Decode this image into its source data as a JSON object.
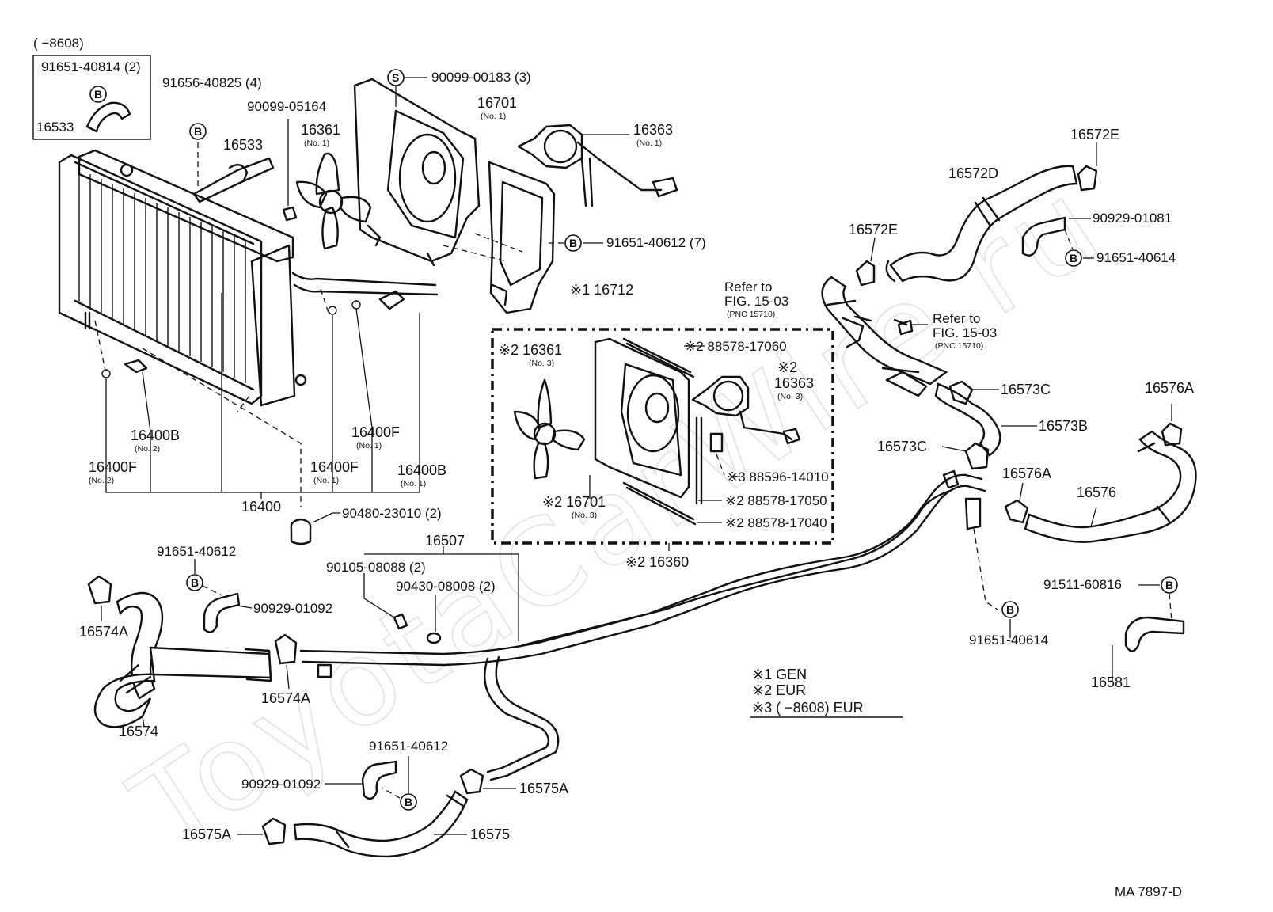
{
  "watermark": "ToyotaCarWire.ru",
  "drawing_id": "MA  7897-D",
  "inset": {
    "range": "(       −8608)",
    "bolt": "91651-40814 (2)",
    "clamp": "16533"
  },
  "labels": {
    "p91656": "91656-40825 (4)",
    "p90099_183": "90099-00183 (3)",
    "p90099_164": "90099-05164",
    "p16533": "16533",
    "p16701": "16701",
    "p16701_sub": "(No. 1)",
    "p16361": "16361",
    "p16361_sub": "(No. 1)",
    "p16363": "16363",
    "p16363_sub": "(No. 1)",
    "p91651_612_7": "91651-40612 (7)",
    "p16712": "※1 16712",
    "ref1_a": "Refer to",
    "ref1_b": "FIG. 15-03",
    "ref1_c": "(PNC 15710)",
    "ref2_a": "Refer to",
    "ref2_b": "FIG. 15-03",
    "ref2_c": "(PNC 15710)",
    "p16572E_a": "16572E",
    "p16572D": "16572D",
    "p16572E_b": "16572E",
    "p90929_081": "90929-01081",
    "p91651_614_a": "91651-40614",
    "p16573C_a": "16573C",
    "p16573B": "16573B",
    "p16573C_b": "16573C",
    "p16576A_a": "16576A",
    "p16576A_b": "16576A",
    "p16576": "16576",
    "p91511": "91511-60816",
    "p91651_614_b": "91651-40614",
    "p16581": "16581",
    "p16400B_a": "16400B",
    "p16400B_a_sub": "(No. 2)",
    "p16400F_a": "16400F",
    "p16400F_a_sub": "(No. 2)",
    "p16400F_b": "16400F",
    "p16400F_b_sub": "(No. 1)",
    "p16400F_c": "16400F",
    "p16400F_c_sub": "(No. 1)",
    "p16400B_b": "16400B",
    "p16400B_b_sub": "(No. 1)",
    "p16400": "16400",
    "p90480": "90480-23010 (2)",
    "p16507": "16507",
    "p90105": "90105-08088 (2)",
    "p90430": "90430-08008 (2)",
    "p91651_612_a": "91651-40612",
    "p90929_092_a": "90929-01092",
    "p16574A_a": "16574A",
    "p16574A_b": "16574A",
    "p16574": "16574",
    "p91651_612_b": "91651-40612",
    "p90929_092_b": "90929-01092",
    "p16575A_a": "16575A",
    "p16575A_b": "16575A",
    "p16575": "16575",
    "b2_16361": "※2 16361",
    "b2_16361_sub": "(No. 3)",
    "b2_88578_060": "※2 88578-17060",
    "b2_star": "※2",
    "b2_16363": "16363",
    "b2_16363_sub": "(No. 3)",
    "b3_88596": "※3 88596-14010",
    "b2_88578_050": "※2 88578-17050",
    "b2_88578_040": "※2 88578-17040",
    "b2_16701": "※2 16701",
    "b2_16701_sub": "(No. 3)",
    "b2_16360": "※2 16360"
  },
  "legend": [
    "※1 GEN",
    "※2 EUR",
    "※3 (        −8608) EUR"
  ],
  "markers": {
    "bolt_letter": "B",
    "screw_letter": "S"
  }
}
